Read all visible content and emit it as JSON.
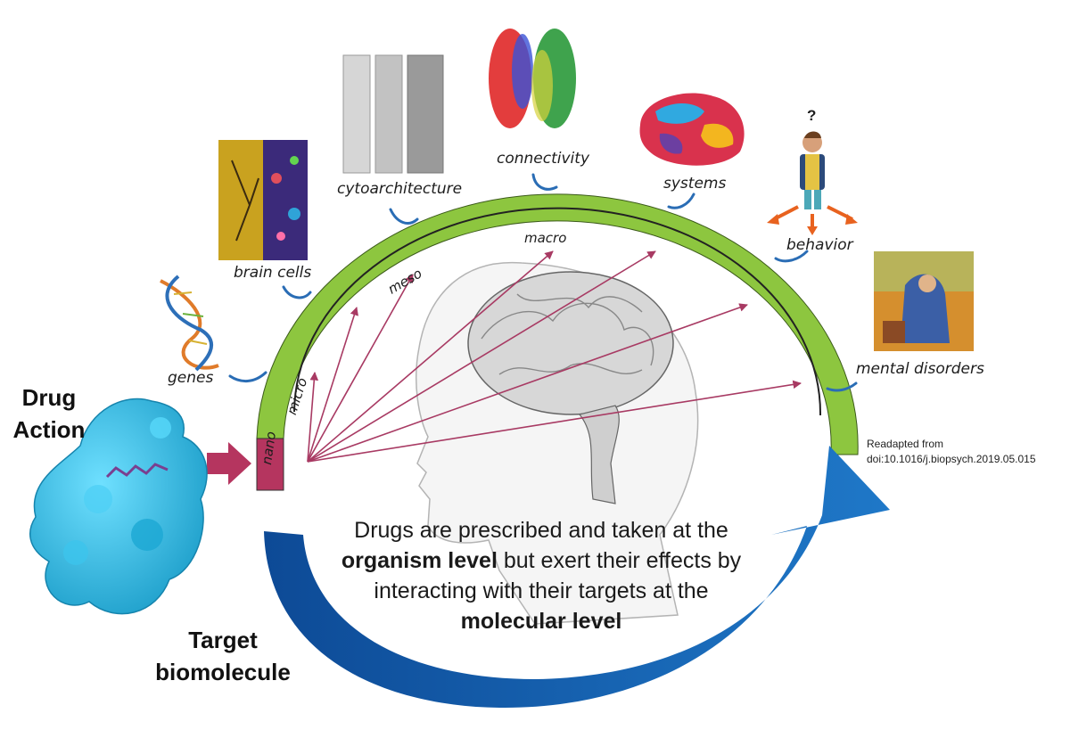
{
  "drug": {
    "line1": "Drug",
    "line2": "Action"
  },
  "target": {
    "line1": "Target",
    "line2": "biomolecule"
  },
  "scales": {
    "nano": "nano",
    "micro": "micro",
    "meso": "meso",
    "macro": "macro"
  },
  "levels": {
    "genes": "genes",
    "brain_cells": "brain cells",
    "cytoarchitecture": "cytoarchitecture",
    "connectivity": "connectivity",
    "systems": "systems",
    "behavior": "behavior",
    "mental_disorders": "mental disorders"
  },
  "behavior_mark": "?",
  "citation": {
    "line1": "Readapted from",
    "line2": "doi:10.1016/j.biopsych.2019.05.015"
  },
  "message": {
    "part1": "Drugs are prescribed and taken at the ",
    "bold1": "organism level",
    "part2": " but exert their effects by interacting with their targets at the ",
    "bold2": "molecular level"
  },
  "colors": {
    "arc_green": "#8dc63f",
    "nano_box": "#b5355f",
    "arrow_maroon": "#a83a63",
    "blue_arrow": "#1a5fb0",
    "protein": "#2bb9e3"
  }
}
